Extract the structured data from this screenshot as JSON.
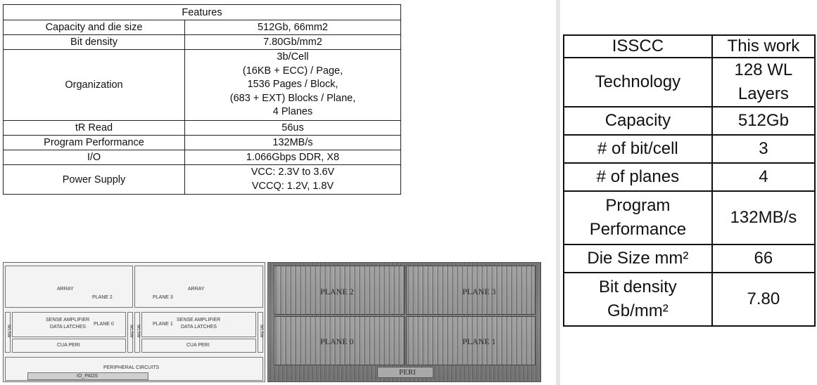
{
  "features_table": {
    "header": "Features",
    "rows": [
      {
        "label": "Capacity and die size",
        "value": [
          "512Gb, 66mm2"
        ]
      },
      {
        "label": "Bit density",
        "value": [
          "7.80Gb/mm2"
        ]
      },
      {
        "label": "Organization",
        "value": [
          "3b/Cell",
          "(16KB + ECC) / Page,",
          "1536 Pages / Block,",
          "(683 + EXT) Blocks / Plane,",
          "4 Planes"
        ]
      },
      {
        "label": "tR Read",
        "value": [
          "56us"
        ]
      },
      {
        "label": "Program Performance",
        "value": [
          "132MB/s"
        ]
      },
      {
        "label": "I/O",
        "value": [
          "1.066Gbps DDR, X8"
        ]
      },
      {
        "label": "Power Supply",
        "value": [
          "VCC: 2.3V to 3.6V",
          "VCCQ: 1.2V, 1.8V"
        ]
      }
    ]
  },
  "comparison_table": {
    "header": [
      "ISSCC",
      "This work"
    ],
    "rows": [
      {
        "label": [
          "Technology"
        ],
        "value": [
          "128 WL",
          "Layers"
        ]
      },
      {
        "label": [
          "Capacity"
        ],
        "value": [
          "512Gb"
        ]
      },
      {
        "label": [
          "# of  bit/cell"
        ],
        "value": [
          "3"
        ]
      },
      {
        "label": [
          "# of planes"
        ],
        "value": [
          "4"
        ]
      },
      {
        "label": [
          "Program",
          "Performance"
        ],
        "value": [
          "132MB/s"
        ]
      },
      {
        "label": [
          "Die Size mm²"
        ],
        "value": [
          "66"
        ]
      },
      {
        "label": [
          "Bit density",
          "Gb/mm²"
        ],
        "value": [
          "7.80"
        ]
      }
    ]
  },
  "floorplan": {
    "array_left": "ARRAY",
    "array_right": "ARRAY",
    "plane2": "PLANE 2",
    "plane3": "PLANE 3",
    "plane0": "PLANE 0",
    "plane1": "PLANE 1",
    "sense_left": [
      "SENSE AMPLIFIER",
      "DATA LATCHES"
    ],
    "sense_right": [
      "SENSE AMPLIFIER",
      "DATA LATCHES"
    ],
    "cua_left": "CUA PERI",
    "cua_right": "CUA PERI",
    "wl_sw": "WLSW",
    "peripheral": "PERIPHERAL CIRCUITS",
    "io_pads": "IO_PADS"
  },
  "die_photo": {
    "plane2": "PLANE 2",
    "plane3": "PLANE 3",
    "plane0": "PLANE 0",
    "plane1": "PLANE 1",
    "peri": "PERI"
  }
}
